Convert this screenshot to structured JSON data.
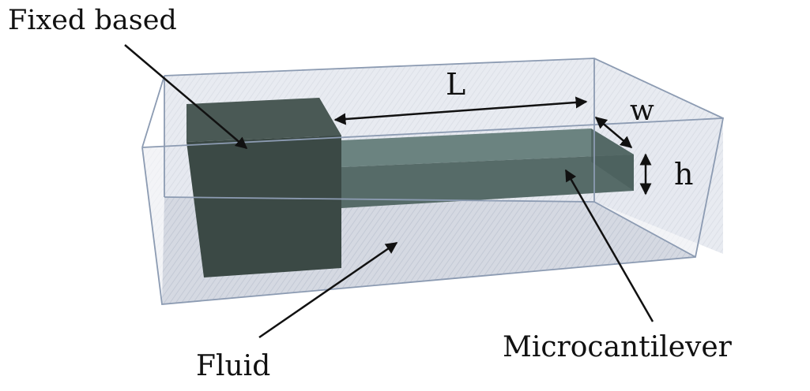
{
  "labels": {
    "fixed_base": "Fixed based",
    "length": "L",
    "width": "w",
    "height": "h",
    "beam": "Microcantilever",
    "fluid": "Fluid"
  },
  "colors": {
    "background": "#ffffff",
    "tank_edge": "#8c9bb2",
    "fluid_floor": "#c4cad6",
    "block_front": "#3b4945",
    "block_top": "#4a5955",
    "beam_top": "#6b8380",
    "beam_front": "#566b68",
    "beam_end": "#4a5e5b",
    "arrow": "#111111"
  }
}
